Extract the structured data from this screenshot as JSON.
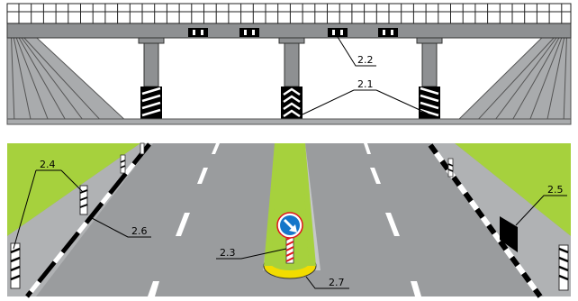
{
  "figure": {
    "colors": {
      "asphalt": "#9a9c9e",
      "slope": "#a9abad",
      "deck": "#8e9092",
      "grass": "#a6d13d",
      "curb_yellow": "#f2dc00",
      "sign_blue": "#1576c9",
      "sign_red": "#e0141c",
      "marking_white": "#ffffff",
      "marking_black": "#000000"
    },
    "bridge_labels": {
      "l_2_2": "2.2",
      "l_2_1": "2.1"
    },
    "road_labels": {
      "l_2_4": "2.4",
      "l_2_6": "2.6",
      "l_2_3": "2.3",
      "l_2_7": "2.7",
      "l_2_5": "2.5"
    },
    "icons": {
      "sign": "keep-right-arrow-icon"
    }
  }
}
